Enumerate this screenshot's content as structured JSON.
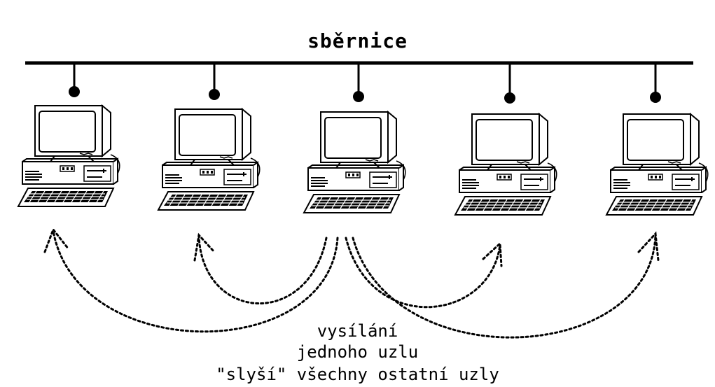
{
  "diagram": {
    "bus_label": "sběrnice",
    "caption": {
      "line1": "vysílání",
      "line2": "jednoho uzlu",
      "line3": "\"slyší\" všechny ostatní uzly"
    },
    "nodes": [
      {
        "id": "pc-1",
        "icon": "computer-icon"
      },
      {
        "id": "pc-2",
        "icon": "computer-icon"
      },
      {
        "id": "pc-3",
        "icon": "computer-icon",
        "role": "sender"
      },
      {
        "id": "pc-4",
        "icon": "computer-icon"
      },
      {
        "id": "pc-5",
        "icon": "computer-icon"
      }
    ],
    "colors": {
      "ink": "#000000",
      "background": "#ffffff"
    }
  }
}
